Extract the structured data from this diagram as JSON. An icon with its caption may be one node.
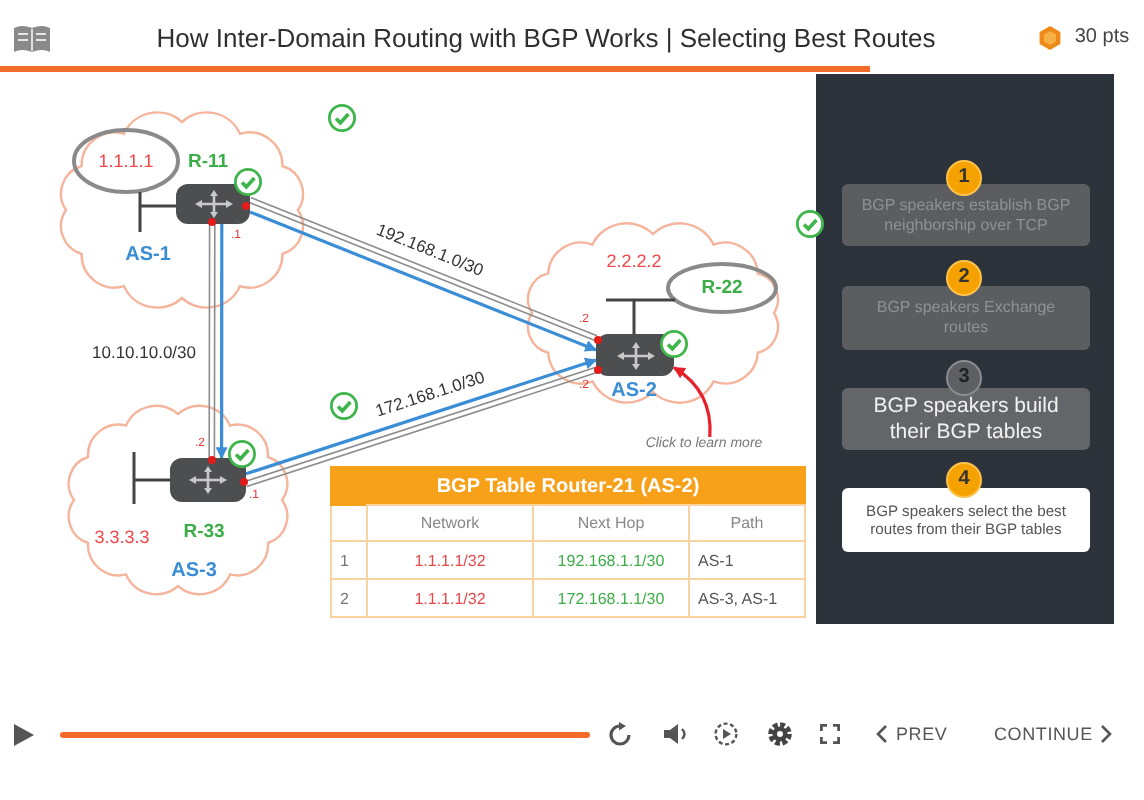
{
  "diagram": {
    "title": "How Inter-Domain Routing with BGP Works | Selecting Best Routes",
    "nodes": [
      {
        "text": [
          "AS-1"
        ]
      },
      {
        "text": [
          "1.1.1.1"
        ],
        "in": 0
      },
      {
        "text": [],
        "shape": "picture",
        "beside": [
          "R-11"
        ],
        "in": 0
      },
      {
        "text": [
          "AS-2"
        ]
      },
      {
        "text": [
          "R-22"
        ],
        "in": 3
      },
      {
        "text": [],
        "shape": "picture",
        "in": 3
      },
      {
        "text": [
          "Click to learn more"
        ]
      },
      {
        "text": [
          "AS-3"
        ]
      },
      {
        "text": [],
        "shape": "picture",
        "beside": [
          "3.3.3.3",
          "R-33"
        ],
        "in": 7
      },
      {
        "text": [
          "1"
        ]
      },
      {
        "text": [
          "BGP speakers establish BGP neighborship over TCP"
        ]
      },
      {
        "text": [
          "2"
        ]
      },
      {
        "text": [
          "BGP speakers Exchange routes"
        ]
      },
      {
        "text": [
          "3"
        ]
      },
      {
        "text": [
          "BGP speakers build their BGP tables"
        ]
      },
      {
        "text": [
          "4"
        ]
      },
      {
        "text": [
          "BGP speakers select the best routes from their BGP tables"
        ]
      }
    ],
    "edges": [
      {
        "from": 1,
        "to": 2,
        "arrow": "none",
        "color": "#444444"
      },
      {
        "from": 4,
        "to": 5,
        "arrow": "none",
        "color": "#444444"
      },
      {
        "from": 2,
        "to": 5,
        "arrow": "none",
        "label": "192.168.1.0/30"
      },
      {
        "from": 2,
        "to": 5,
        "arrow": "to",
        "color": "#3b8ed6"
      },
      {
        "from": 2,
        "to": 8,
        "arrow": "none",
        "label": "10.10.10.0/30"
      },
      {
        "from": 2,
        "to": 8,
        "arrow": "to",
        "color": "#3b8ed6"
      },
      {
        "from": 8,
        "to": 5,
        "arrow": "none",
        "label": "172.168.1.0/30"
      },
      {
        "from": 8,
        "to": 5,
        "arrow": "to",
        "color": "#3b8ed6"
      },
      {
        "from": 6,
        "to": 5,
        "arrow": "to",
        "color": "#e8202a"
      }
    ],
    "labels": [
      "30 pts",
      ".1",
      "2.2.2.2",
      ".2",
      ".2",
      ".2",
      ".1",
      "BGP Table Router-21 (AS-2)",
      "Network",
      "Next Hop",
      "Path",
      "1",
      "1.1.1.1/32",
      "192.168.1.1/30",
      "AS-1",
      "2",
      "1.1.1.1/32",
      "172.168.1.1/30",
      "AS-3, AS-1",
      "PREV",
      "CONTINUE"
    ]
  }
}
